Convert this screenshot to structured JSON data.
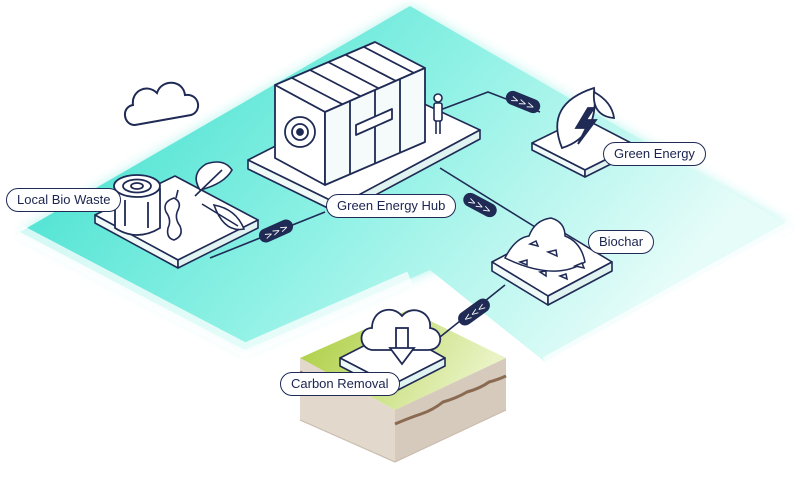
{
  "diagram": {
    "nodes": {
      "local_bio_waste": {
        "label": "Local Bio Waste"
      },
      "green_energy_hub": {
        "label": "Green Energy Hub"
      },
      "green_energy": {
        "label": "Green Energy"
      },
      "biochar": {
        "label": "Biochar"
      },
      "carbon_removal": {
        "label": "Carbon Removal"
      }
    },
    "connectors": [
      {
        "from": "local_bio_waste",
        "to": "green_energy_hub",
        "glyph": ">>>"
      },
      {
        "from": "green_energy_hub",
        "to": "green_energy",
        "glyph": ">>>"
      },
      {
        "from": "green_energy_hub",
        "to": "biochar",
        "glyph": ">>>"
      },
      {
        "from": "biochar",
        "to": "carbon_removal",
        "glyph": "<<<"
      }
    ]
  },
  "colors": {
    "platform_teal": "#3fe3cf",
    "platform_light": "#d9fbf6",
    "ink": "#1f2a55",
    "grass": "#b5d24a",
    "soil": "#ddd2c6",
    "soil_dark": "#8b6a52"
  }
}
